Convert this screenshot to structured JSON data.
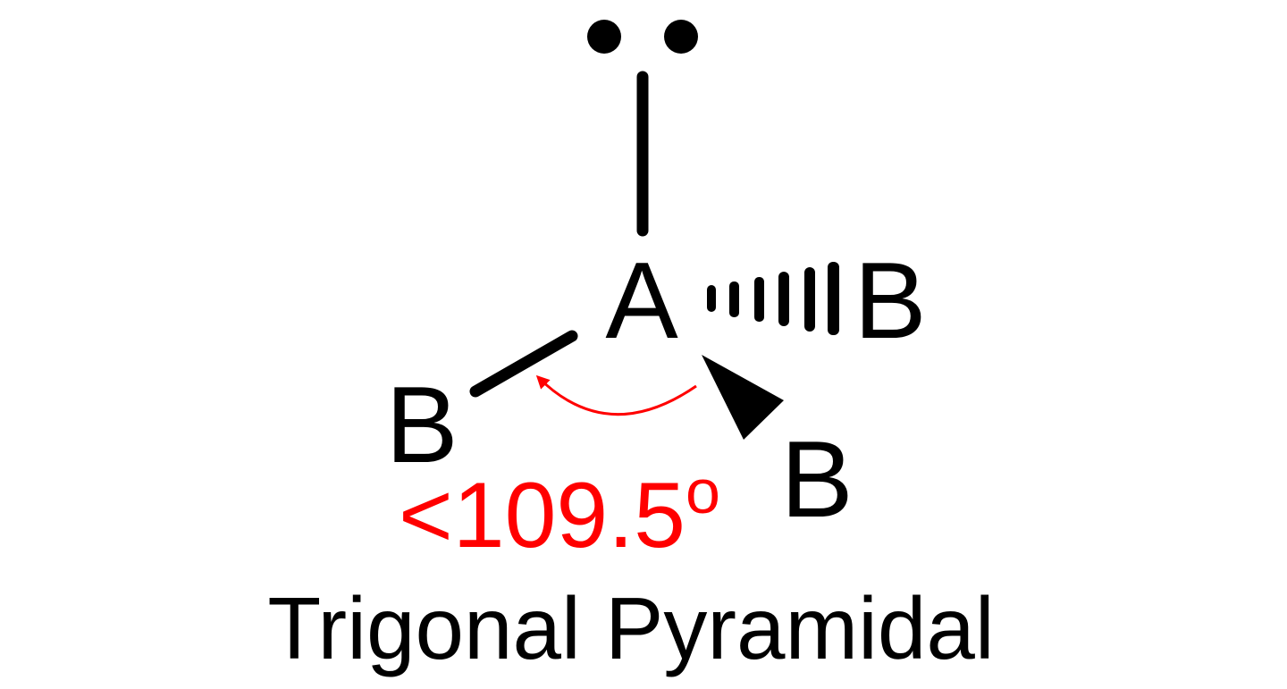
{
  "diagram": {
    "central_atom": "A",
    "bonded_atoms": [
      {
        "id": "right",
        "label": "B",
        "bond": "dashed wedge (behind plane)"
      },
      {
        "id": "left",
        "label": "B",
        "bond": "plain line (in plane)"
      },
      {
        "id": "front",
        "label": "B",
        "bond": "solid wedge (toward viewer)"
      }
    ],
    "lone_pair": "two dots",
    "angle": {
      "value": "109.5",
      "prefix": "<",
      "superscript": "o",
      "color": "#ff0000"
    },
    "caption": "Trigonal Pyramidal",
    "colors": {
      "ink": "#000000",
      "accent": "#ff0000",
      "background": "#ffffff"
    }
  }
}
